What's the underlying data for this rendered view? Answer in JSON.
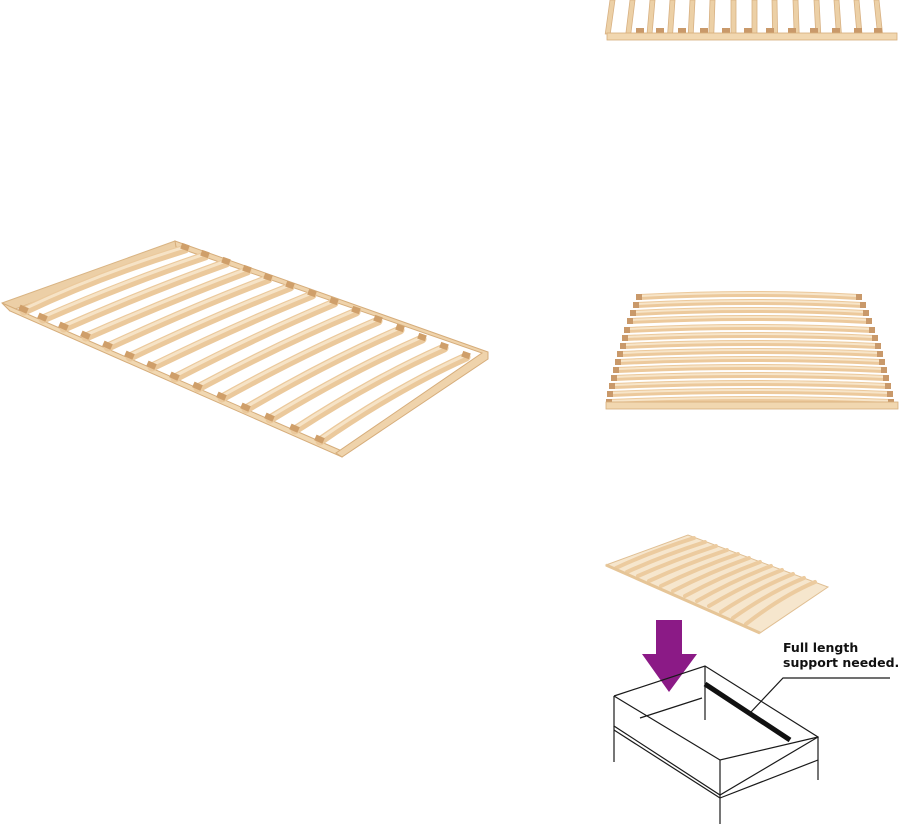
{
  "gallery": {
    "main_image": {
      "alt": "slatted bed base angled view",
      "slat_count": 14
    },
    "thumbnails": [
      {
        "alt": "slatted bed base front view",
        "slat_count": 14
      },
      {
        "alt": "slatted bed base top view",
        "slat_count": 14
      },
      {
        "alt": "installation diagram",
        "slat_count": 12
      }
    ]
  },
  "diagram": {
    "callout_line1": "Full length",
    "callout_line2": "support needed.",
    "arrow_color": "#8b1a86",
    "arrow_icon": "down-arrow-icon"
  },
  "colors": {
    "wood_light": "#f3dcb8",
    "wood_mid": "#e8c79a",
    "wood_dark": "#d4a977",
    "line": "#1a1a1a"
  }
}
